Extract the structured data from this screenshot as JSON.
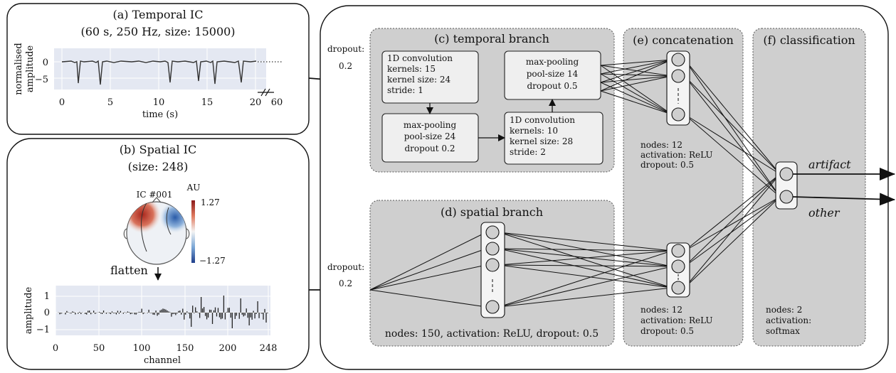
{
  "panel_a": {
    "title_line1": "(a) Temporal IC",
    "title_line2": "(60 s, 250 Hz, size: 15000)",
    "ylabel_line1": "normalised",
    "ylabel_line2": "amplitude",
    "y_ticks": [
      "0",
      "−5"
    ],
    "x_ticks": [
      "0",
      "5",
      "10",
      "15",
      "20",
      "60"
    ],
    "xlabel": "time (s)"
  },
  "panel_b": {
    "title_line1": "(b) Spatial IC",
    "title_line2": "(size: 248)",
    "topo_label": "IC #001",
    "colorbar_unit": "AU",
    "colorbar_max": "1.27",
    "colorbar_min": "−1.27",
    "flatten_label": "flatten",
    "ylabel": "amplitude",
    "y_ticks": [
      "1",
      "0",
      "−1"
    ],
    "x_ticks": [
      "0",
      "50",
      "100",
      "150",
      "200",
      "248"
    ],
    "xlabel": "channel"
  },
  "dropout_top": {
    "label": "dropout:",
    "value": "0.2"
  },
  "dropout_bottom": {
    "label": "dropout:",
    "value": "0.2"
  },
  "temporal_branch": {
    "title": "(c) temporal branch",
    "conv1": [
      "1D convolution",
      "kernels: 15",
      "kernel size: 24",
      "stride: 1"
    ],
    "pool1": [
      "max-pooling",
      "pool-size 24",
      "dropout 0.2"
    ],
    "conv2": [
      "1D convolution",
      "kernels: 10",
      "kernel size: 28",
      "stride: 2"
    ],
    "pool2": [
      "max-pooling",
      "pool-size 14",
      "dropout 0.5"
    ]
  },
  "spatial_branch": {
    "title": "(d) spatial branch",
    "info": "nodes: 150, activation: ReLU, dropout: 0.5"
  },
  "concatenation": {
    "title": "(e) concatenation",
    "info_top": [
      "nodes: 12",
      "activation: ReLU",
      "dropout: 0.5"
    ],
    "info_bottom": [
      "nodes: 12",
      "activation: ReLU",
      "dropout: 0.5"
    ]
  },
  "classification": {
    "title": "(f) classification",
    "info": [
      "nodes: 2",
      "activation:",
      "softmax"
    ],
    "output_1": "artifact",
    "output_2": "other"
  }
}
